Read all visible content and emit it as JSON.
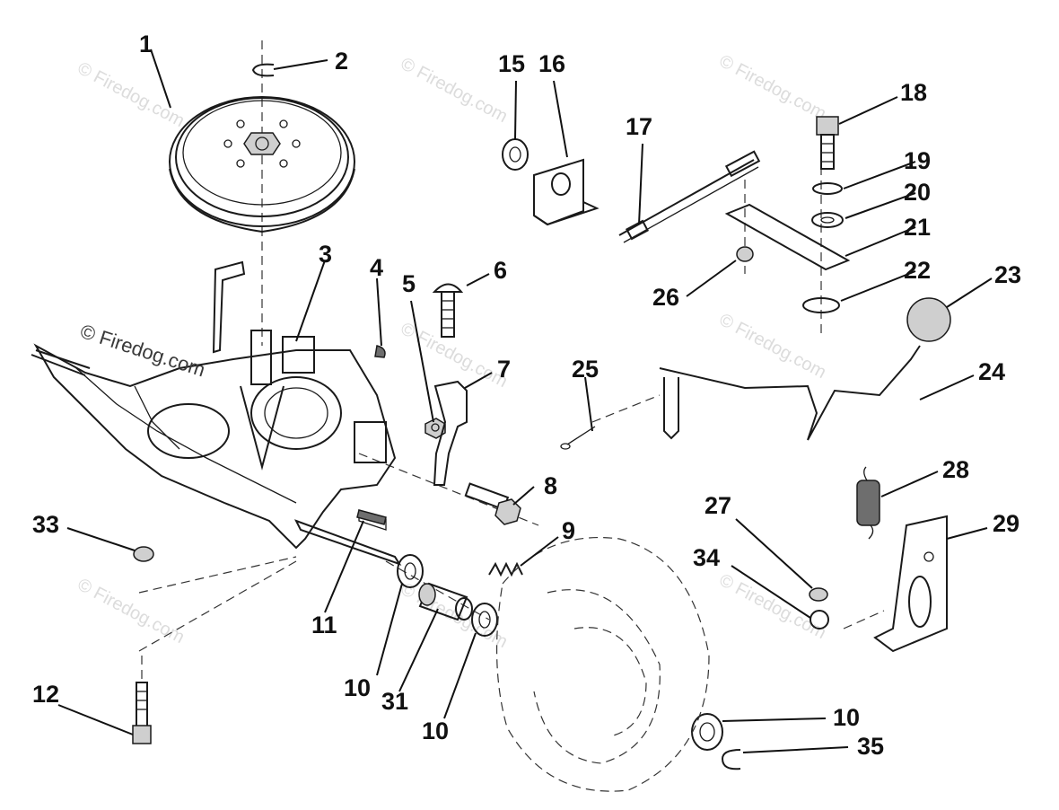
{
  "watermark": {
    "main": "© Firedog.com",
    "tile": "© Firedog.com"
  },
  "callouts": {
    "c1": "1",
    "c2": "2",
    "c3": "3",
    "c4": "4",
    "c5": "5",
    "c6": "6",
    "c7": "7",
    "c8": "8",
    "c9": "9",
    "c10a": "10",
    "c10b": "10",
    "c10c": "10",
    "c11": "11",
    "c12": "12",
    "c15": "15",
    "c16": "16",
    "c17": "17",
    "c18": "18",
    "c19": "19",
    "c20": "20",
    "c21": "21",
    "c22": "22",
    "c23": "23",
    "c24": "24",
    "c25": "25",
    "c26": "26",
    "c27": "27",
    "c28": "28",
    "c29": "29",
    "c31": "31",
    "c33": "33",
    "c34": "34",
    "c35": "35"
  },
  "colors": {
    "ink": "#1a1a1a",
    "shade": "#6e6e6e",
    "watermark": "#dcdcdc"
  }
}
